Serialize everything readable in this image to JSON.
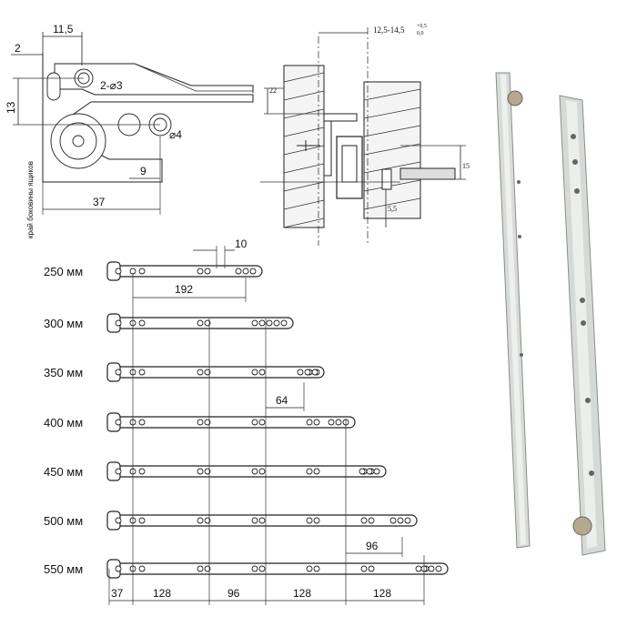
{
  "detail": {
    "dims": {
      "d1": "11,5",
      "d2": "2",
      "d3": "13",
      "d4": "9",
      "d5": "37"
    },
    "hole_labels": {
      "h1": "2-⌀3",
      "h2": "⌀4"
    },
    "side_label": "край боковины ящиков"
  },
  "section": {
    "gap_label": "12,5-14,5",
    "gap_tol_top": "+0,5",
    "gap_tol_bottom": "0,0",
    "d22": "22",
    "d15": "15",
    "d55": "5,5"
  },
  "rails": [
    {
      "label": "250 мм",
      "length_mm": 250
    },
    {
      "label": "300 мм",
      "length_mm": 300
    },
    {
      "label": "350 мм",
      "length_mm": 350
    },
    {
      "label": "400 мм",
      "length_mm": 400
    },
    {
      "label": "450 мм",
      "length_mm": 450
    },
    {
      "label": "500 мм",
      "length_mm": 500
    },
    {
      "label": "550 мм",
      "length_mm": 550
    }
  ],
  "rail_dims": {
    "d10": "10",
    "d192": "192",
    "d64": "64",
    "d96": "96"
  },
  "bottom_dims": [
    "37",
    "128",
    "96",
    "128",
    "128"
  ]
}
